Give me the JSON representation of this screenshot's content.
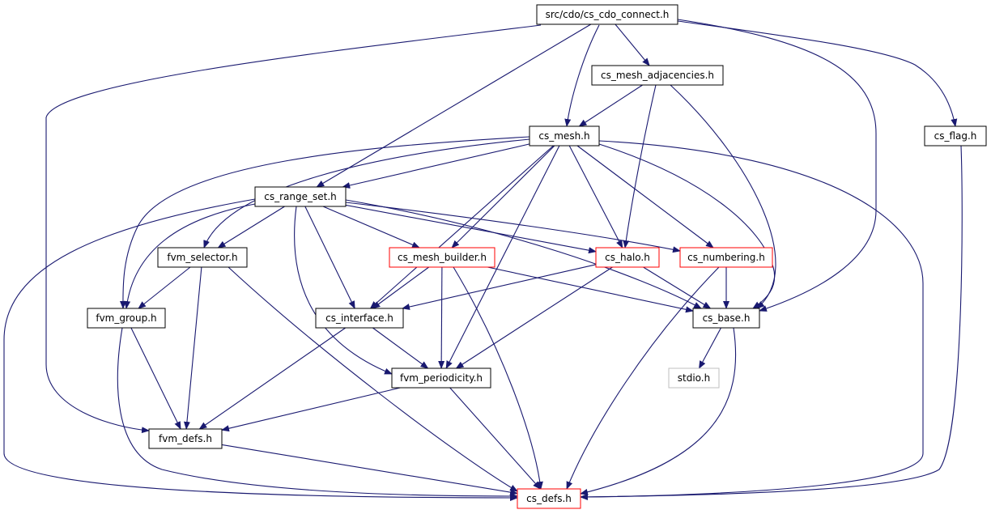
{
  "colors": {
    "edge": "#191970",
    "root_fill": "#bfbfbf",
    "normal_border": "#000000",
    "truncated_border": "#ff0000",
    "external_border": "#bfbfbf"
  },
  "nodes": [
    {
      "id": "root",
      "label": "src/cdo/cs_cdo_connect.h",
      "kind": "root"
    },
    {
      "id": "adj",
      "label": "cs_mesh_adjacencies.h",
      "kind": "normal"
    },
    {
      "id": "mesh",
      "label": "cs_mesh.h",
      "kind": "normal"
    },
    {
      "id": "flag",
      "label": "cs_flag.h",
      "kind": "normal"
    },
    {
      "id": "range",
      "label": "cs_range_set.h",
      "kind": "normal"
    },
    {
      "id": "fsel",
      "label": "fvm_selector.h",
      "kind": "normal"
    },
    {
      "id": "mbuild",
      "label": "cs_mesh_builder.h",
      "kind": "truncated"
    },
    {
      "id": "halo",
      "label": "cs_halo.h",
      "kind": "truncated"
    },
    {
      "id": "numb",
      "label": "cs_numbering.h",
      "kind": "truncated"
    },
    {
      "id": "fgroup",
      "label": "fvm_group.h",
      "kind": "normal"
    },
    {
      "id": "iface",
      "label": "cs_interface.h",
      "kind": "normal"
    },
    {
      "id": "base",
      "label": "cs_base.h",
      "kind": "normal"
    },
    {
      "id": "stdio",
      "label": "stdio.h",
      "kind": "external"
    },
    {
      "id": "fper",
      "label": "fvm_periodicity.h",
      "kind": "normal"
    },
    {
      "id": "fdefs",
      "label": "fvm_defs.h",
      "kind": "normal"
    },
    {
      "id": "defs",
      "label": "cs_defs.h",
      "kind": "truncated"
    }
  ],
  "edges": [
    [
      "root",
      "adj"
    ],
    [
      "root",
      "mesh"
    ],
    [
      "root",
      "range"
    ],
    [
      "root",
      "fdefs"
    ],
    [
      "root",
      "base"
    ],
    [
      "root",
      "flag"
    ],
    [
      "adj",
      "mesh"
    ],
    [
      "adj",
      "halo"
    ],
    [
      "adj",
      "base"
    ],
    [
      "mesh",
      "range"
    ],
    [
      "mesh",
      "fgroup"
    ],
    [
      "mesh",
      "fsel"
    ],
    [
      "mesh",
      "iface"
    ],
    [
      "mesh",
      "fper"
    ],
    [
      "mesh",
      "mbuild"
    ],
    [
      "mesh",
      "halo"
    ],
    [
      "mesh",
      "numb"
    ],
    [
      "mesh",
      "base"
    ],
    [
      "mesh",
      "defs"
    ],
    [
      "range",
      "fgroup"
    ],
    [
      "range",
      "fsel"
    ],
    [
      "range",
      "iface"
    ],
    [
      "range",
      "fper"
    ],
    [
      "range",
      "mbuild"
    ],
    [
      "range",
      "halo"
    ],
    [
      "range",
      "numb"
    ],
    [
      "range",
      "base"
    ],
    [
      "range",
      "defs"
    ],
    [
      "fsel",
      "fgroup"
    ],
    [
      "fsel",
      "fdefs"
    ],
    [
      "fsel",
      "defs"
    ],
    [
      "mbuild",
      "iface"
    ],
    [
      "mbuild",
      "fper"
    ],
    [
      "mbuild",
      "base"
    ],
    [
      "mbuild",
      "defs"
    ],
    [
      "halo",
      "iface"
    ],
    [
      "halo",
      "fper"
    ],
    [
      "halo",
      "base"
    ],
    [
      "numb",
      "base"
    ],
    [
      "numb",
      "defs"
    ],
    [
      "fgroup",
      "fdefs"
    ],
    [
      "fgroup",
      "defs"
    ],
    [
      "iface",
      "fper"
    ],
    [
      "iface",
      "fdefs"
    ],
    [
      "base",
      "stdio"
    ],
    [
      "base",
      "defs"
    ],
    [
      "fper",
      "fdefs"
    ],
    [
      "fper",
      "defs"
    ],
    [
      "fdefs",
      "defs"
    ],
    [
      "flag",
      "defs"
    ]
  ]
}
